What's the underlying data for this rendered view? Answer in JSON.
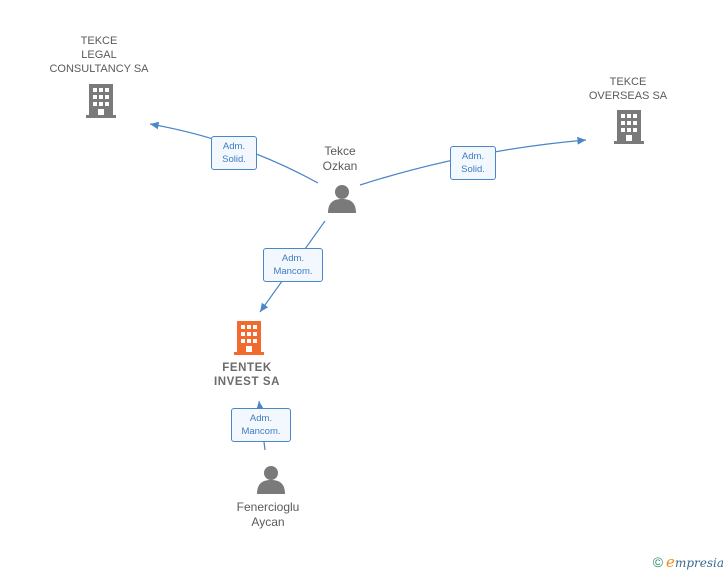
{
  "nodes": {
    "tekce_legal": {
      "label_lines": [
        "TEKCE",
        "LEGAL",
        "CONSULTANCY SA"
      ],
      "type": "company",
      "color": "#7a7a7a"
    },
    "tekce_overseas": {
      "label_lines": [
        "TEKCE",
        "OVERSEAS SA"
      ],
      "type": "company",
      "color": "#7a7a7a"
    },
    "tekce_ozkan": {
      "label_lines": [
        "Tekce",
        "Ozkan"
      ],
      "type": "person",
      "color": "#7a7a7a"
    },
    "fentek_invest": {
      "label_lines": [
        "FENTEK",
        "INVEST SA"
      ],
      "type": "company",
      "color": "#f26a2e"
    },
    "fenercioglu_aycan": {
      "label_lines": [
        "Fenercioglu",
        "Aycan"
      ],
      "type": "person",
      "color": "#7a7a7a"
    }
  },
  "edges": [
    {
      "from": "tekce_ozkan",
      "to": "tekce_legal",
      "label_lines": [
        "Adm.",
        "Solid."
      ]
    },
    {
      "from": "tekce_ozkan",
      "to": "tekce_overseas",
      "label_lines": [
        "Adm.",
        "Solid."
      ]
    },
    {
      "from": "tekce_ozkan",
      "to": "fentek_invest",
      "label_lines": [
        "Adm.",
        "Mancom."
      ]
    },
    {
      "from": "fenercioglu_aycan",
      "to": "fentek_invest",
      "label_lines": [
        "Adm.",
        "Mancom."
      ]
    }
  ],
  "colors": {
    "edge": "#4a86c8",
    "edge_label_bg": "#f3f8ff"
  },
  "footer": {
    "copyright_symbol": "©",
    "brand_initial": "e",
    "brand_rest": "mpresia"
  }
}
